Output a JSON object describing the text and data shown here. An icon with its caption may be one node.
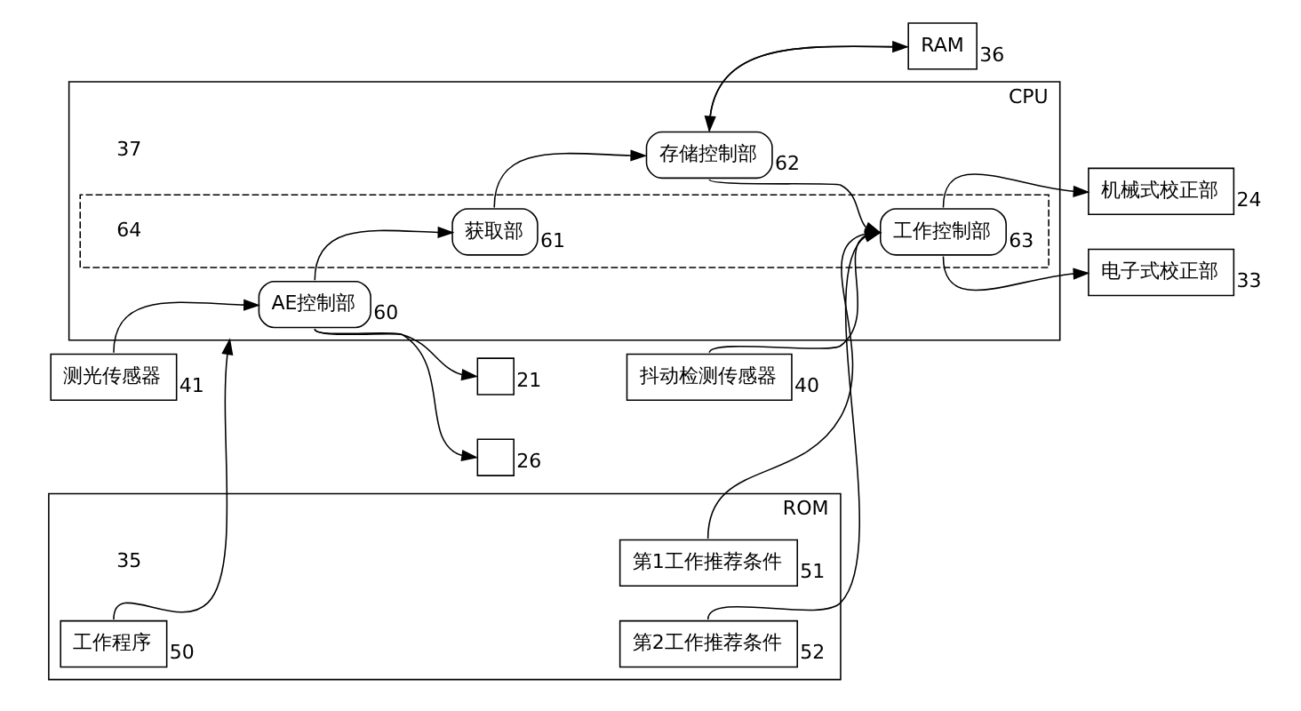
{
  "diagram": {
    "nodes": [
      {
        "text": [
          "CPU"
        ],
        "beside": [
          "37"
        ]
      },
      {
        "text": [
          "AE控制部"
        ],
        "in": 0,
        "beside": [
          "60"
        ]
      },
      {
        "text": [],
        "shape": "box",
        "in": 0,
        "beside": [
          "64"
        ]
      },
      {
        "text": [
          "获取部"
        ],
        "in": 2,
        "beside": [
          "61"
        ]
      },
      {
        "text": [
          "存储控制部"
        ],
        "in": 0,
        "beside": [
          "62"
        ]
      },
      {
        "text": [
          "工作控制部"
        ],
        "in": 2,
        "beside": [
          "63"
        ]
      },
      {
        "text": [
          "RAM"
        ],
        "beside": [
          "36"
        ]
      },
      {
        "text": [
          "测光传感器"
        ],
        "beside": [
          "41"
        ]
      },
      {
        "text": [
          "机械式校正部"
        ],
        "beside": [
          "24"
        ]
      },
      {
        "text": [
          "电子式校正部"
        ],
        "beside": [
          "33"
        ]
      },
      {
        "text": [
          "抖动检测传感器"
        ],
        "beside": [
          "40"
        ]
      },
      {
        "text": [
          "ROM"
        ],
        "beside": [
          "35"
        ]
      },
      {
        "text": [
          "工作程序"
        ],
        "in": 11,
        "beside": [
          "50"
        ]
      },
      {
        "text": [
          "第1工作推荐条件"
        ],
        "in": 11,
        "beside": [
          "51"
        ]
      },
      {
        "text": [
          "第2工作推荐条件"
        ],
        "in": 11,
        "beside": [
          "52"
        ]
      },
      {
        "text": [],
        "shape": "box",
        "beside": [
          "21"
        ]
      },
      {
        "text": [],
        "shape": "box",
        "beside": [
          "26"
        ]
      }
    ],
    "edges": [
      {
        "from": 7,
        "to": 1,
        "arrow": "to"
      },
      {
        "from": 1,
        "to": 15,
        "arrow": "to"
      },
      {
        "from": 1,
        "to": 16,
        "arrow": "to"
      },
      {
        "from": 1,
        "to": 3,
        "arrow": "to"
      },
      {
        "from": 3,
        "to": 4,
        "arrow": "to"
      },
      {
        "from": 4,
        "to": 6,
        "arrow": "to"
      },
      {
        "from": 6,
        "to": 4,
        "arrow": "to"
      },
      {
        "from": 4,
        "to": 5,
        "arrow": "to"
      },
      {
        "from": 5,
        "to": 8,
        "arrow": "to"
      },
      {
        "from": 5,
        "to": 9,
        "arrow": "to"
      },
      {
        "from": 10,
        "to": 5,
        "arrow": "to"
      },
      {
        "from": 12,
        "to": 0,
        "arrow": "to"
      },
      {
        "from": 13,
        "to": 5,
        "arrow": "to"
      },
      {
        "from": 14,
        "to": 5,
        "arrow": "to"
      }
    ]
  }
}
